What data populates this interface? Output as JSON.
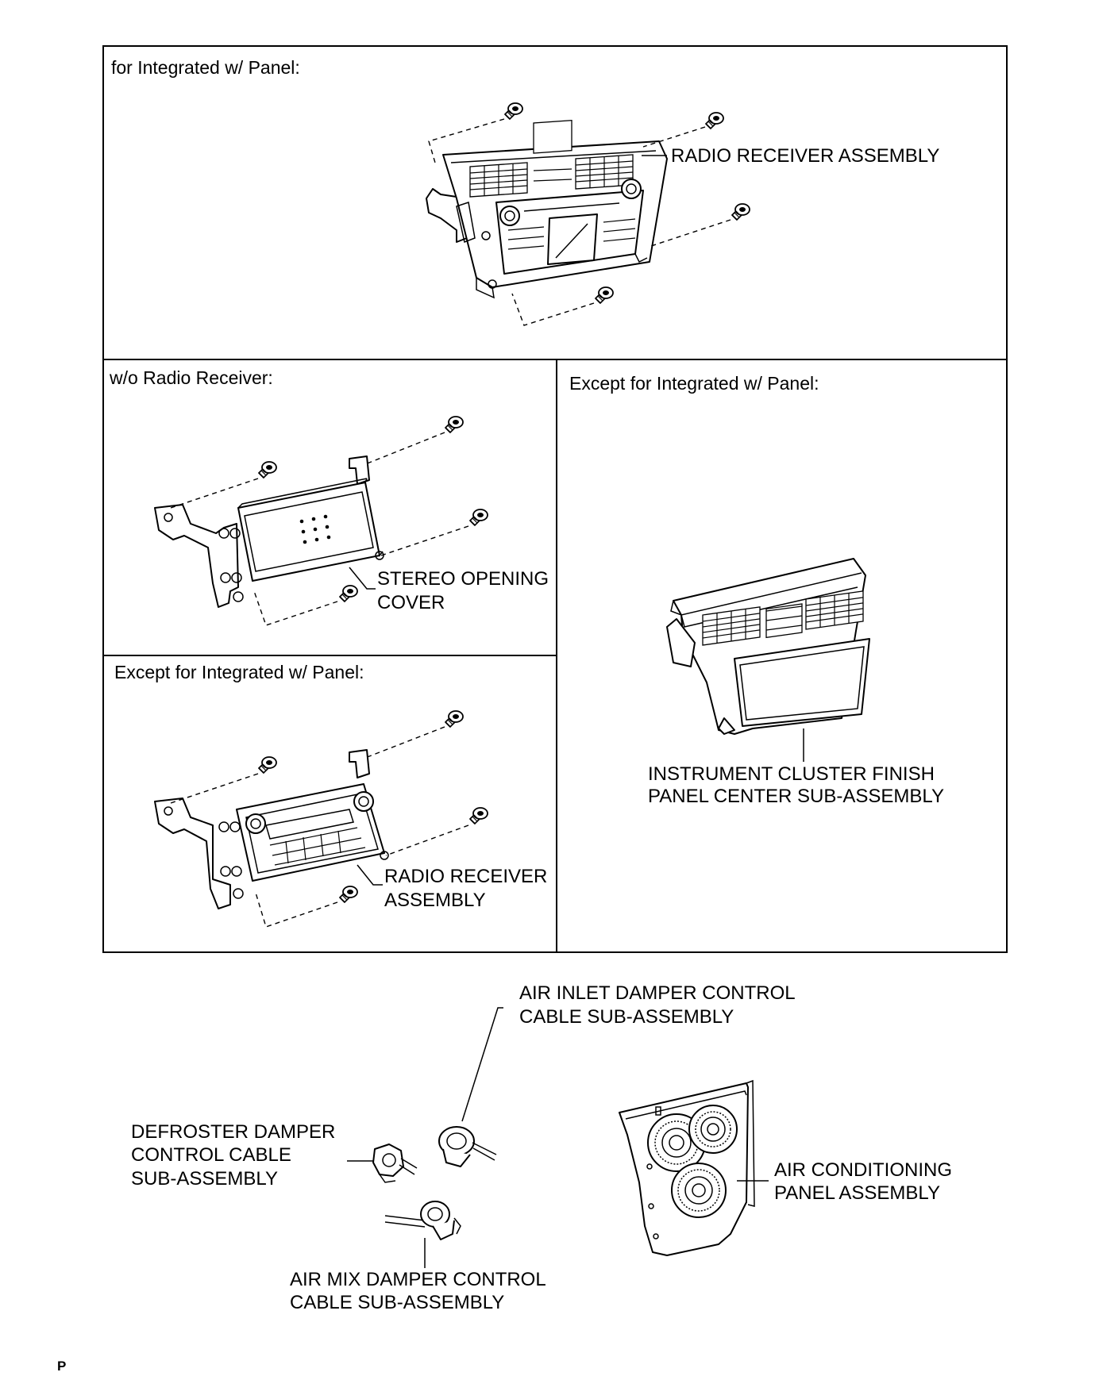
{
  "panels": {
    "top": {
      "header": "for Integrated w/ Panel:",
      "callout": "RADIO RECEIVER ASSEMBLY"
    },
    "wo_radio": {
      "header": "w/o Radio Receiver:",
      "callout_line1": "STEREO OPENING",
      "callout_line2": "COVER"
    },
    "except_left": {
      "header": "Except for Integrated w/ Panel:",
      "callout_line1": "RADIO RECEIVER",
      "callout_line2": "ASSEMBLY"
    },
    "except_right": {
      "header": "Except for Integrated w/ Panel:",
      "callout_line1": "INSTRUMENT CLUSTER FINISH",
      "callout_line2": "PANEL CENTER SUB-ASSEMBLY"
    }
  },
  "bottom": {
    "air_inlet_line1": "AIR INLET DAMPER CONTROL",
    "air_inlet_line2": "CABLE SUB-ASSEMBLY",
    "defroster_line1": "DEFROSTER DAMPER",
    "defroster_line2": "CONTROL CABLE",
    "defroster_line3": "SUB-ASSEMBLY",
    "air_mix_line1": "AIR MIX DAMPER CONTROL",
    "air_mix_line2": "CABLE SUB-ASSEMBLY",
    "ac_panel_line1": "AIR CONDITIONING",
    "ac_panel_line2": "PANEL ASSEMBLY"
  },
  "footer": {
    "mark": "P"
  }
}
